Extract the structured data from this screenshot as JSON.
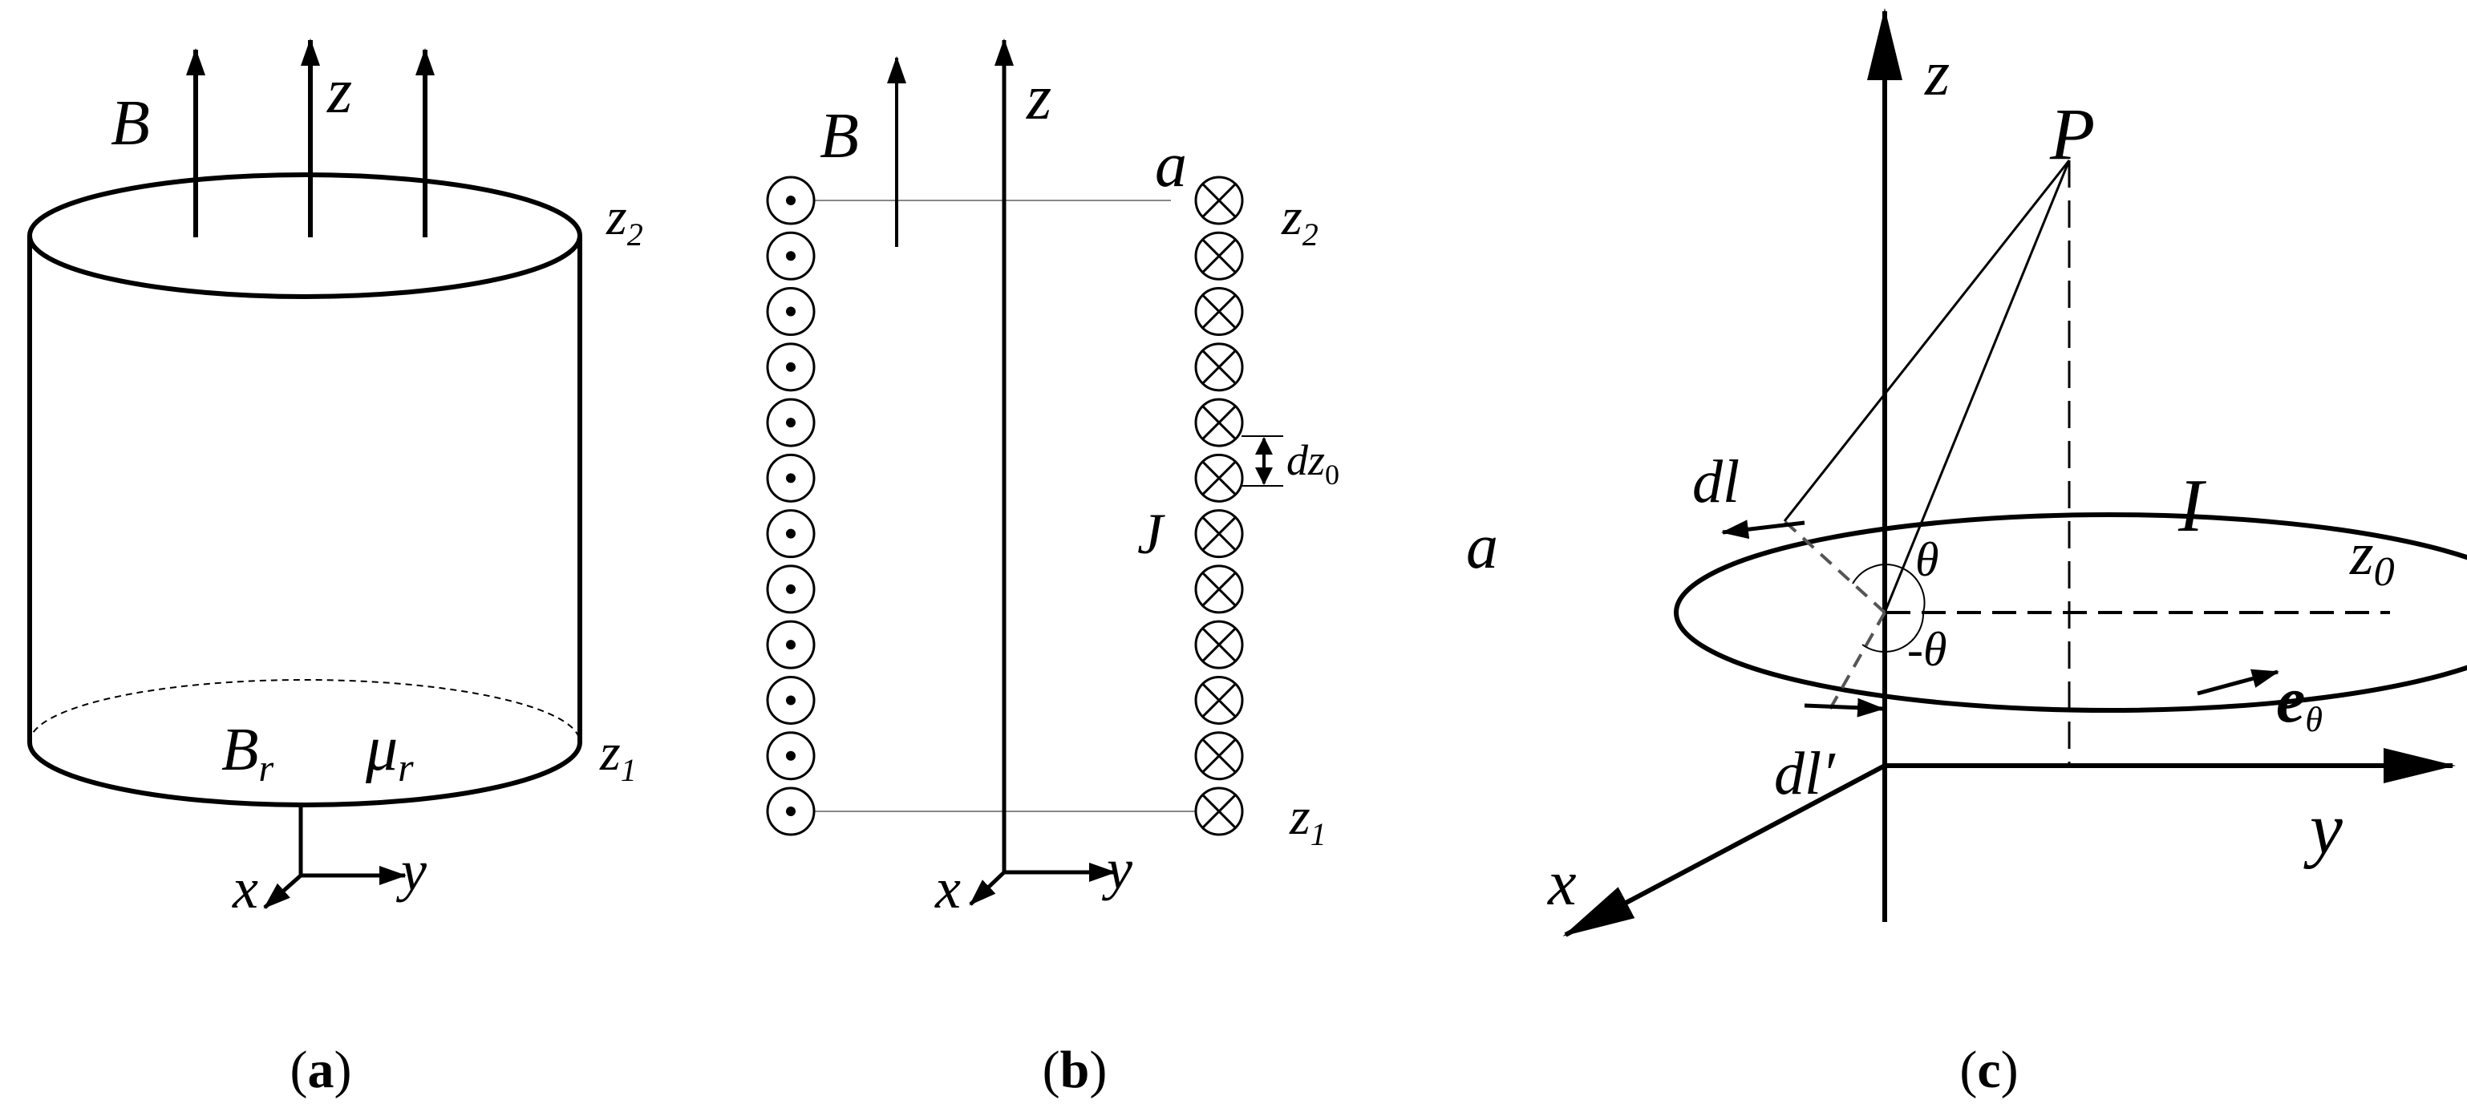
{
  "panel_a": {
    "caption_open": "(",
    "caption_letter": "a",
    "caption_close": ")",
    "label_B": "B",
    "label_z": "z",
    "label_z2": "z",
    "label_z2_sub": "2",
    "label_z1": "z",
    "label_z1_sub": "1",
    "label_Br": "B",
    "label_Br_sub": "r",
    "label_mur": "μ",
    "label_mur_sub": "r",
    "label_x": "x",
    "label_y": "y"
  },
  "panel_b": {
    "caption_open": "(",
    "caption_letter": "b",
    "caption_close": ")",
    "label_B": "B",
    "label_z": "z",
    "label_a": "a",
    "label_z2": "z",
    "label_z2_sub": "2",
    "label_z1": "z",
    "label_z1_sub": "1",
    "label_dz": "dz",
    "label_dz_sub": "0",
    "label_J": "J",
    "label_x": "x",
    "label_y": "y",
    "coil_turns_per_side": 12
  },
  "panel_c": {
    "caption_open": "(",
    "caption_letter": "c",
    "caption_close": ")",
    "label_z": "z",
    "label_P": "P",
    "label_dl": "dl",
    "label_I": "I",
    "label_a": "a",
    "label_z0": "z",
    "label_z0_sub": "0",
    "label_theta": "θ",
    "label_neg_theta": "-θ",
    "label_e": "e",
    "label_e_sub": "θ",
    "label_dlprime": "dl′",
    "label_x": "x",
    "label_y": "y"
  }
}
